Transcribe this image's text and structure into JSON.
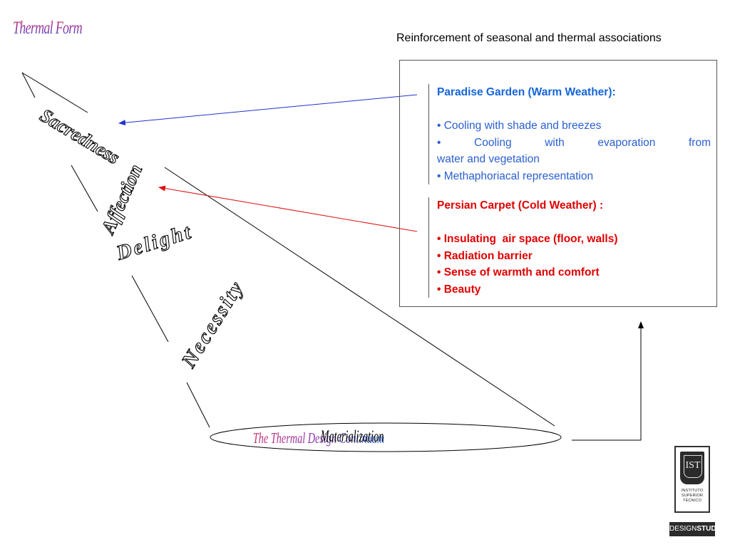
{
  "title": "Thermal Form",
  "subtitle": "Reinforcement of seasonal and thermal associations",
  "layers": [
    "Sacredness",
    "Affection",
    "Delight",
    "Necessity"
  ],
  "base": {
    "under_text": "The Thermal Design Continuum",
    "over_text": "Materialization"
  },
  "box": {
    "paradise": {
      "heading": "Paradise Garden (Warm Weather):",
      "items": [
        "• Cooling with shade and breezes",
        "• Cooling with evaporation from water and vegetation",
        "• Methaphoriacal representation"
      ],
      "item2_line1": "• Cooling with evaporation from",
      "item2_line2": "water and vegetation"
    },
    "carpet": {
      "heading": "Persian Carpet (Cold Weather) :",
      "items": [
        "• Insulating  air space (floor, walls)",
        "• Radiation barrier",
        "• Sense of warmth and comfort",
        "• Beauty"
      ]
    }
  },
  "logo": {
    "monogram": "IST",
    "institution_lines": [
      "INSTITUTO",
      "SUPERIOR",
      "TÉCNICO"
    ],
    "studio_a": "DESIGN",
    "studio_b": "STUDIO"
  },
  "colors": {
    "paradise": "#2a5fd0",
    "carpet": "#e00000",
    "arrow_blue": "#2233cc",
    "arrow_red": "#dd1111"
  }
}
